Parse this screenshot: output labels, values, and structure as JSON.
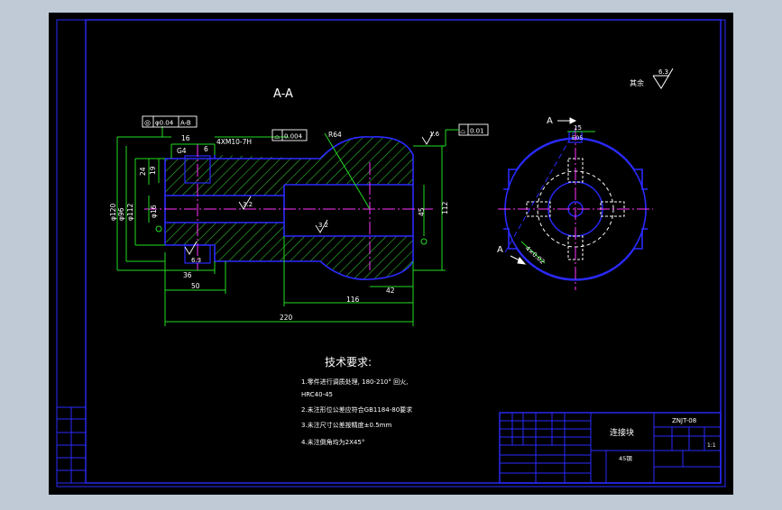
{
  "colors": {
    "background": "#000000",
    "frame": "#2222ff",
    "contour": "#2a2aff",
    "dimension": "#22dd22",
    "text": "#ffffff",
    "hatch": "#33cc33",
    "center_line": "#ff33ff",
    "viewport_bg": "#bfcad6"
  },
  "section_view": {
    "title": "A-A",
    "dims": {
      "d_36": "36",
      "d_50": "50",
      "d_220": "220",
      "d_116": "116",
      "d_42": "42",
      "d_112": "112",
      "d_45": "45",
      "d_24": "24",
      "d_19": "19",
      "d_16": "16",
      "d_6": "6",
      "r64": "R64",
      "thread": "4XM10-7H",
      "g4": "G4",
      "phi120": "φ120",
      "phi96": "φ96",
      "phi112": "φ112",
      "phi16": "φ16"
    },
    "tolerance_frames": [
      {
        "symbol": "◎",
        "value": "φ0.04",
        "datum": "A-B"
      },
      {
        "symbol": "⌓",
        "value": "0.004"
      },
      {
        "symbol": "⌓",
        "value": "0.01"
      }
    ],
    "surface_marks": [
      "3.2",
      "3.2",
      "6.3",
      "1.6"
    ]
  },
  "end_view": {
    "arrow_a_top": "A",
    "arrow_a_bottom": "A",
    "d_15": "15",
    "e05": "E05",
    "note": "4×0.02"
  },
  "roughness_note": {
    "label": "其余",
    "value": "6.3"
  },
  "tech_req": {
    "title": "技术要求:",
    "lines": [
      "1.零件进行调质处理, 180-210° 回火,",
      "HRC40-45",
      "2.未注形位公差应符合GB1184-80要求",
      "3.未注尺寸公差按精度±0.5mm",
      "4.未注倒角均为2X45°"
    ]
  },
  "title_block": {
    "part_name": "连接块",
    "drawing_no": "ZNJT-08",
    "material": "45钢",
    "scale": "1:1"
  }
}
